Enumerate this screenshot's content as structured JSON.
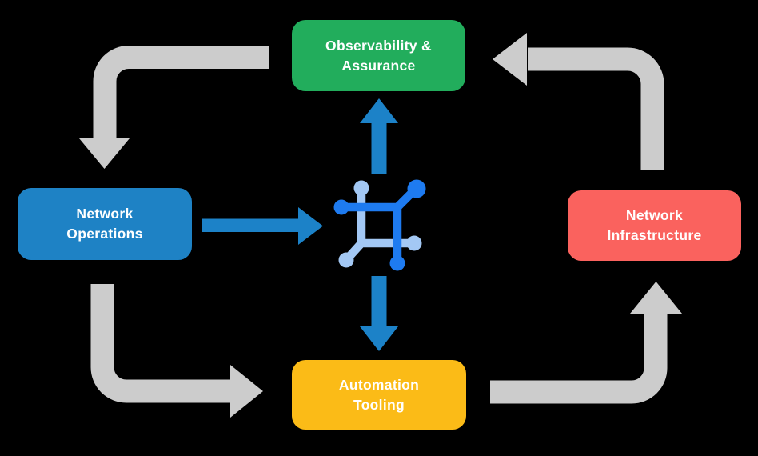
{
  "nodes": [
    {
      "id": "observability-assurance",
      "line1": "Observability &",
      "line2": "Assurance",
      "color": "#22AD5C"
    },
    {
      "id": "network-operations",
      "line1": "Network",
      "line2": "Operations",
      "color": "#1E82C5"
    },
    {
      "id": "network-infrastructure",
      "line1": "Network",
      "line2": "Infrastructure",
      "color": "#FA625E"
    },
    {
      "id": "automation-tooling",
      "line1": "Automation",
      "line2": "Tooling",
      "color": "#FBBB17"
    }
  ],
  "center_icon": {
    "name": "network-chip-icon",
    "description": "square chip with six connector nodes, two-tone blue"
  },
  "flows": {
    "blue_arrows": [
      {
        "name": "network-operations-to-core",
        "direction": "right"
      },
      {
        "name": "core-to-observability-assurance",
        "direction": "up"
      },
      {
        "name": "core-to-automation-tooling",
        "direction": "down"
      }
    ],
    "gray_cycle_arrows": [
      {
        "name": "observability-assurance-to-network-operations",
        "direction": "left-then-down"
      },
      {
        "name": "network-operations-to-automation-tooling",
        "direction": "down-then-right"
      },
      {
        "name": "automation-tooling-to-network-infrastructure",
        "direction": "right-then-up"
      },
      {
        "name": "network-infrastructure-to-observability-assurance",
        "direction": "up-then-left"
      }
    ]
  },
  "colors": {
    "green": "#22AD5C",
    "blue": "#1E82C5",
    "red": "#FA625E",
    "yellow": "#FBBB17",
    "gray_arrow": "#CCCCCC",
    "blue_arrow": "#1C82C8",
    "icon_dark": "#1E7BF0",
    "icon_light": "#A3C8F4",
    "text": "#FFFFFF",
    "background": "#000000"
  }
}
